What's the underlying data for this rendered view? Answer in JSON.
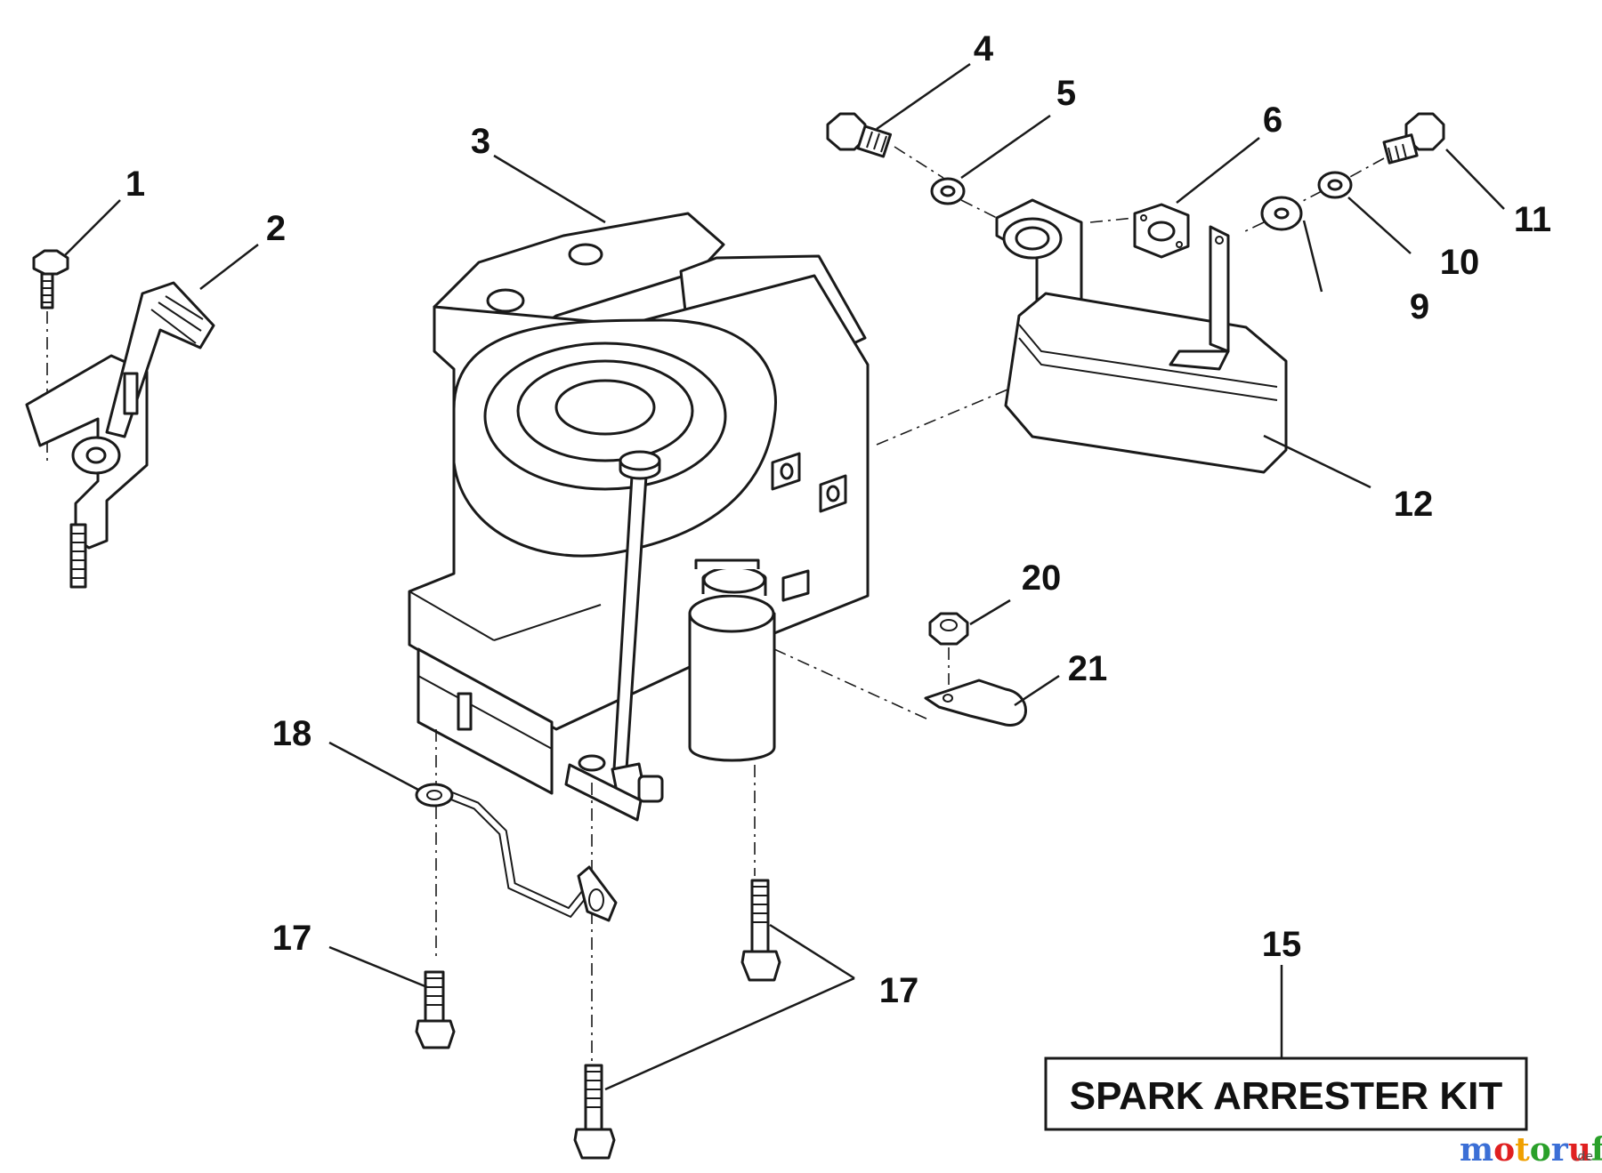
{
  "callouts": {
    "c1": "1",
    "c2": "2",
    "c3": "3",
    "c4": "4",
    "c5": "5",
    "c6": "6",
    "c9": "9",
    "c10": "10",
    "c11": "11",
    "c12": "12",
    "c15": "15",
    "c17a": "17",
    "c17b": "17",
    "c18": "18",
    "c20": "20",
    "c21": "21"
  },
  "kit": {
    "label": "SPARK ARRESTER KIT"
  },
  "watermark": {
    "letters": [
      "m",
      "o",
      "t",
      "o",
      "r",
      "u",
      "f"
    ],
    "colors": [
      "#3b6fd6",
      "#e02020",
      "#f0a000",
      "#2aa02a",
      "#3b6fd6",
      "#e02020",
      "#2aa02a"
    ],
    "suffix": ".de"
  }
}
